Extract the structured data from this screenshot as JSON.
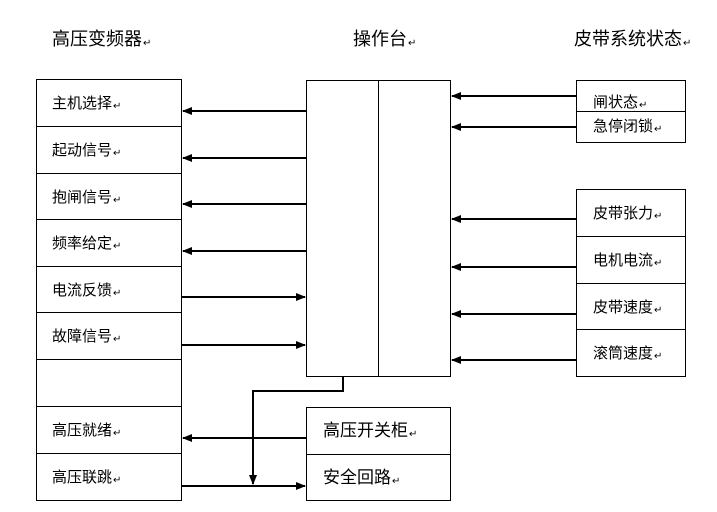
{
  "headings": {
    "inverter": "高压变频器",
    "console": "操作台",
    "belt_status": "皮带系统状态"
  },
  "inverter_signals": [
    "主机选择",
    "起动信号",
    "抱闸信号",
    "频率给定",
    "电流反馈",
    "故障信号",
    "",
    "高压就绪",
    "高压联跳"
  ],
  "belt_group_1": [
    "闸状态",
    "急停闭锁"
  ],
  "belt_group_2": [
    "皮带张力",
    "电机电流",
    "皮带速度",
    "滚筒速度"
  ],
  "hv_switchgear": {
    "title": "高压开关柜",
    "safety_loop": "安全回路"
  },
  "paragraph_mark": "↵",
  "colors": {
    "line": "#000000",
    "background": "#ffffff"
  }
}
